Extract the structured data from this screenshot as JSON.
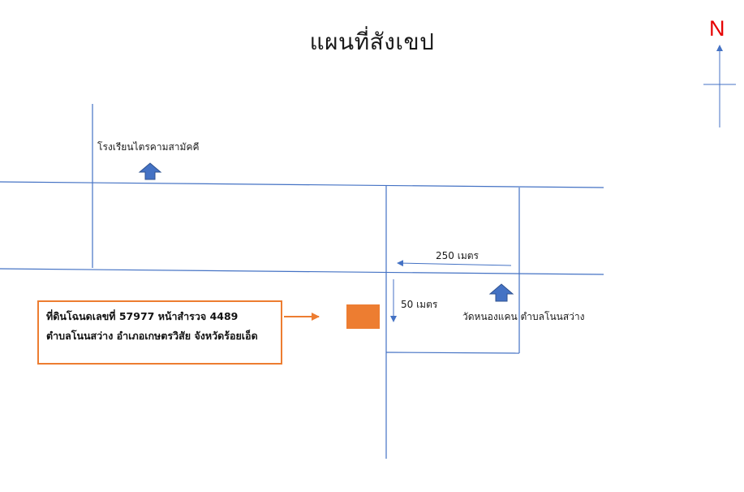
{
  "title": "แผนที่สังเขป",
  "compass": {
    "label": "N",
    "label_color": "#e60000",
    "line_color": "#4472c4"
  },
  "colors": {
    "road": "#4472c4",
    "landmark": "#4472c4",
    "plot": "#ed7d31"
  },
  "landmarks": {
    "school": "โรงเรียนไตรคามสามัคคี",
    "temple": "วัดหนองแคน ตำบลโนนสว่าง"
  },
  "distances": {
    "horizontal": "250 เมตร",
    "vertical": "50 เมตร"
  },
  "info_box": {
    "line1": "ที่ดินโฉนดเลขที่ 57977 หน้าสำรวจ 4489",
    "line2": "ตำบลโนนสว่าง อำเภอเกษตรวิสัย จังหวัดร้อยเอ็ด"
  }
}
